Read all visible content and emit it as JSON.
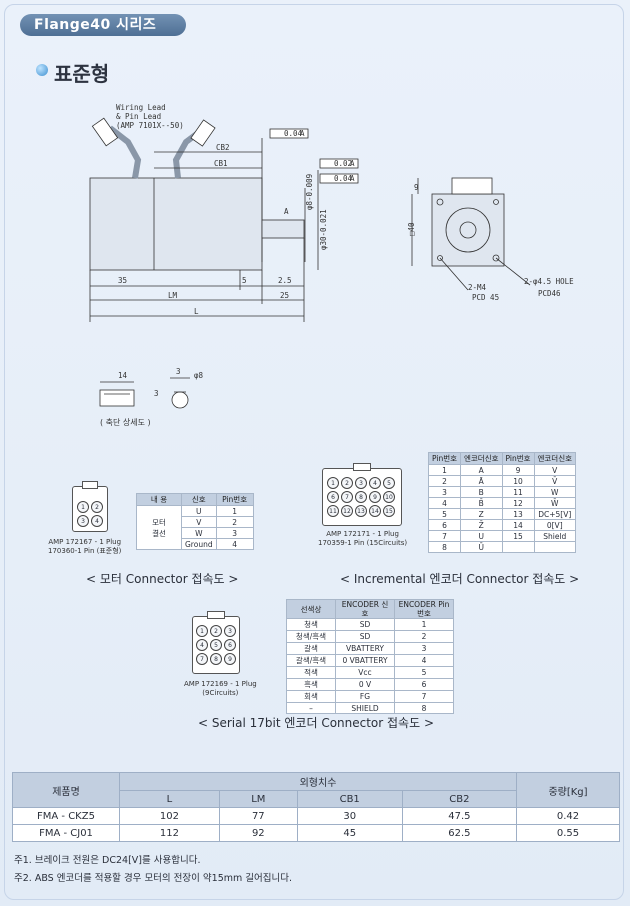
{
  "header": {
    "series_title": "Flange40 시리즈",
    "section_title": "표준형"
  },
  "drawing": {
    "connector_note": [
      "Wiring Lead",
      "& Pin Lead",
      "(AMP 7101X--50)"
    ],
    "tolerances": [
      "0.04",
      "A",
      "0.02",
      "A",
      "0.04",
      "A"
    ],
    "shaft_dia": "φ8-0.009",
    "pilot_dia": "φ30-0.021",
    "datum": "A",
    "labels": {
      "cb2": "CB2",
      "cb1": "CB1",
      "sq": "□40",
      "nine": "9",
      "d35": "35",
      "d5": "5",
      "d25a": "2.5",
      "lm": "LM",
      "d25": "25",
      "l": "L",
      "m4": "2-M4",
      "pcd45": "PCD 45",
      "hole": "2-φ4.5 HOLE",
      "pcd46": "PCD46"
    },
    "key": {
      "w14": "14",
      "d3": "3",
      "d3b": "3",
      "d8": "φ8"
    },
    "key_caption": "( 축단 상세도 )"
  },
  "motor_connector": {
    "pins": [
      "1",
      "2",
      "3",
      "4"
    ],
    "part": [
      "AMP 172167 - 1 Plug",
      "170360-1 Pin (표준형)"
    ],
    "headers": [
      "내 용",
      "신호",
      "Pin번호"
    ],
    "group_label": [
      "모터",
      "결선"
    ],
    "rows": [
      [
        "U",
        "1"
      ],
      [
        "V",
        "2"
      ],
      [
        "W",
        "3"
      ],
      [
        "Ground",
        "4"
      ]
    ],
    "caption": "< 모터 Connector 접속도 >"
  },
  "incremental_connector": {
    "pins": [
      "1",
      "2",
      "3",
      "4",
      "5",
      "6",
      "7",
      "8",
      "9",
      "10",
      "11",
      "12",
      "13",
      "14",
      "15"
    ],
    "part": [
      "AMP 172171 - 1 Plug",
      "170359-1 Pin (15Circuits)"
    ],
    "headers": [
      "Pin번호",
      "엔코더신호",
      "Pin번호",
      "엔코더신호"
    ],
    "rows": [
      [
        "1",
        "A",
        "9",
        "V"
      ],
      [
        "2",
        "Ā",
        "10",
        "V̄"
      ],
      [
        "3",
        "B",
        "11",
        "W"
      ],
      [
        "4",
        "B̄",
        "12",
        "W̄"
      ],
      [
        "5",
        "Z",
        "13",
        "DC+5[V]"
      ],
      [
        "6",
        "Z̄",
        "14",
        "0[V]"
      ],
      [
        "7",
        "U",
        "15",
        "Shield"
      ],
      [
        "8",
        "Ū",
        "",
        ""
      ]
    ],
    "caption": "< Incremental 엔코더 Connector 접속도 >"
  },
  "serial_connector": {
    "pins": [
      "1",
      "2",
      "3",
      "4",
      "5",
      "6",
      "7",
      "8",
      "9"
    ],
    "part": [
      "AMP 172169 - 1 Plug",
      "(9Circuits)"
    ],
    "headers": [
      "선색상",
      "ENCODER 신호",
      "ENCODER Pin번호"
    ],
    "rows": [
      [
        "청색",
        "SD",
        "1"
      ],
      [
        "청색/흑색",
        "SD",
        "2"
      ],
      [
        "갈색",
        "VBATTERY",
        "3"
      ],
      [
        "갈색/흑색",
        "0 VBATTERY",
        "4"
      ],
      [
        "적색",
        "Vcc",
        "5"
      ],
      [
        "흑색",
        "0 V",
        "6"
      ],
      [
        "회색",
        "FG",
        "7"
      ],
      [
        "–",
        "SHIELD",
        "8"
      ]
    ],
    "caption": "< Serial 17bit 엔코더 Connector 접속도 >"
  },
  "dimension_table": {
    "model_header": "제품명",
    "group_header": "외형치수",
    "weight_header": "중량[Kg]",
    "columns": [
      "L",
      "LM",
      "CB1",
      "CB2"
    ],
    "rows": [
      [
        "FMA - CKZ5",
        "102",
        "77",
        "30",
        "47.5",
        "0.42"
      ],
      [
        "FMA - CJ01",
        "112",
        "92",
        "45",
        "62.5",
        "0.55"
      ]
    ]
  },
  "notes": [
    "주1. 브레이크 전원은 DC24[V]를 사용합니다.",
    "주2. ABS 엔코더를 적용할 경우 모터의 전장이 약15mm 길어집니다."
  ],
  "colors": {
    "badge": "#5a7aa0",
    "accent_dot": "#3d8fd0",
    "header_cell": "#c2cfe0",
    "background": "#e6eef8"
  }
}
